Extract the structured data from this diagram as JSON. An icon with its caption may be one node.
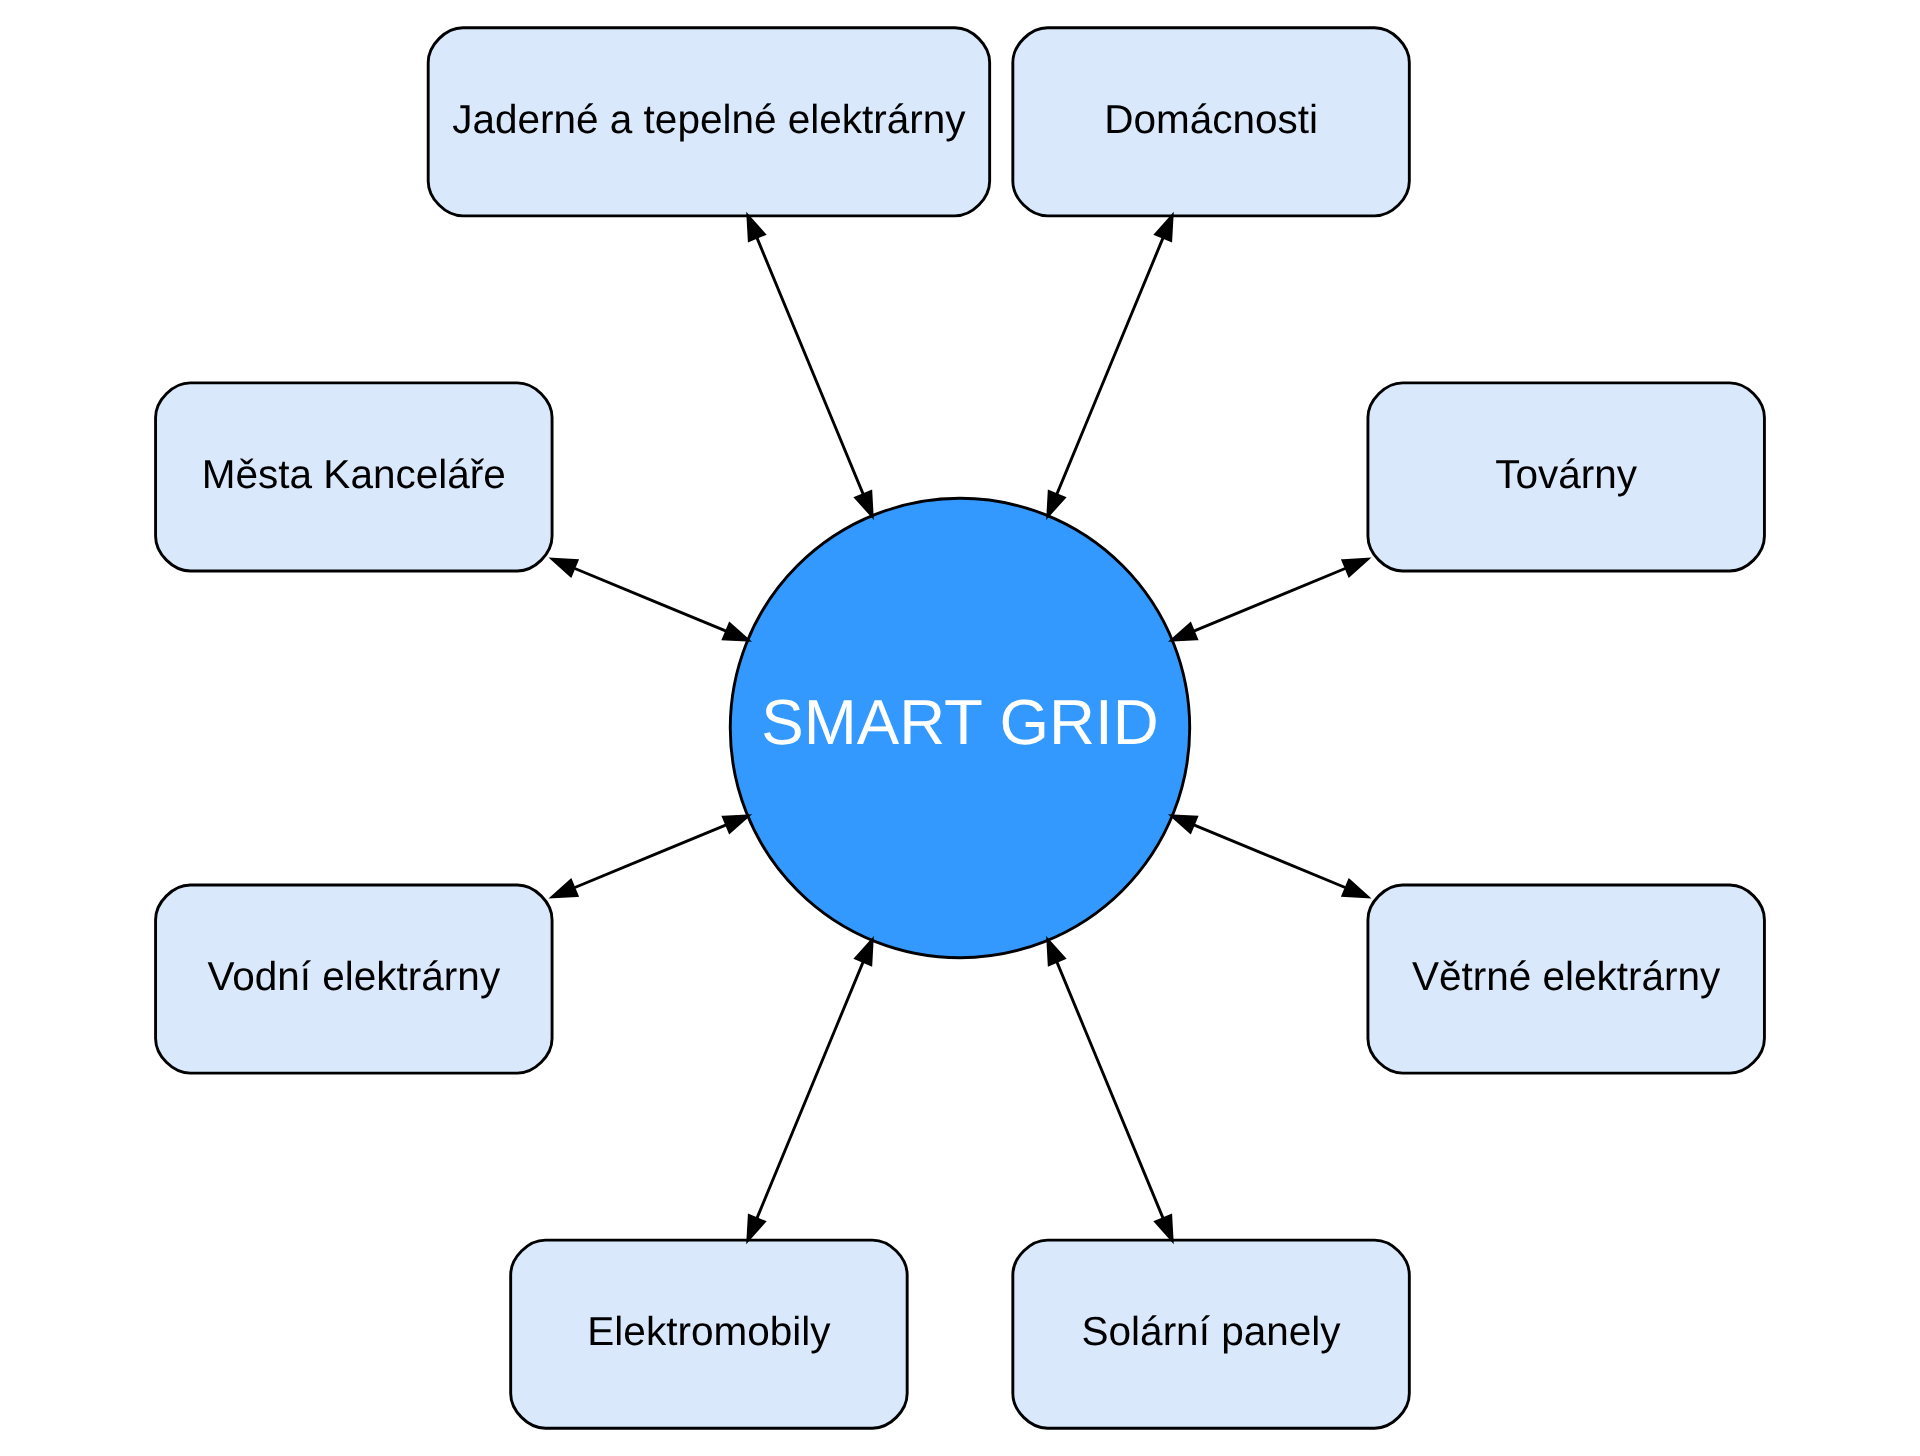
{
  "diagram": {
    "nodes": [
      {
        "text": [
          "Továrny"
        ]
      },
      {
        "text": [
          "Domácnosti"
        ]
      },
      {
        "text": [
          "Jaderné a tepelné elektrárny"
        ]
      },
      {
        "text": [
          "Města Kanceláře"
        ]
      },
      {
        "text": [
          "SMART GRID"
        ]
      },
      {
        "text": [
          "Vodní elektrárny"
        ]
      },
      {
        "text": [
          "Elektromobily"
        ]
      },
      {
        "text": [
          "Solární panely"
        ]
      },
      {
        "text": [
          "Větrné elektrárny"
        ]
      }
    ],
    "edges": [
      {
        "from": 4,
        "to": 0,
        "arrow": "both"
      },
      {
        "from": 4,
        "to": 2,
        "arrow": "both"
      },
      {
        "from": 4,
        "to": 5,
        "arrow": "both"
      },
      {
        "from": 4,
        "to": 7,
        "arrow": "both"
      },
      {
        "from": 4,
        "to": 8,
        "arrow": "both"
      },
      {
        "from": 4,
        "to": 6,
        "arrow": "both"
      },
      {
        "from": 4,
        "to": 3,
        "arrow": "both"
      },
      {
        "from": 4,
        "to": 1,
        "arrow": "both"
      }
    ]
  }
}
